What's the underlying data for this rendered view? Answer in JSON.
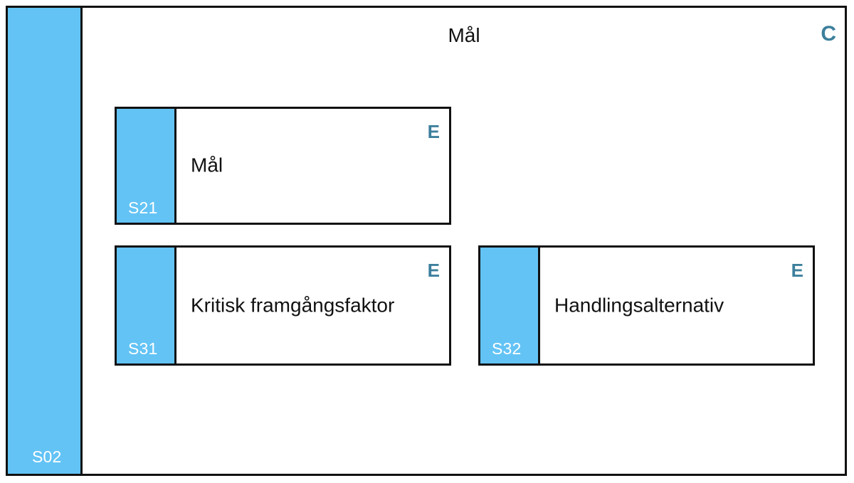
{
  "diagram": {
    "container": {
      "id_label": "S02",
      "title": "Mål",
      "corner_letter": "C",
      "tab_color": "#63C3F5",
      "border_color": "#111111",
      "corner_letter_color": "#3C7F9C"
    },
    "nodes": [
      {
        "id_label": "S21",
        "title": "Mål",
        "corner_letter": "E",
        "tab_color": "#63C3F5",
        "corner_letter_color": "#3C7F9C"
      },
      {
        "id_label": "S31",
        "title": "Kritisk framgångsfaktor",
        "corner_letter": "E",
        "tab_color": "#63C3F5",
        "corner_letter_color": "#3C7F9C"
      },
      {
        "id_label": "S32",
        "title": "Handlingsalternativ",
        "corner_letter": "E",
        "tab_color": "#63C3F5",
        "corner_letter_color": "#3C7F9C"
      }
    ]
  }
}
